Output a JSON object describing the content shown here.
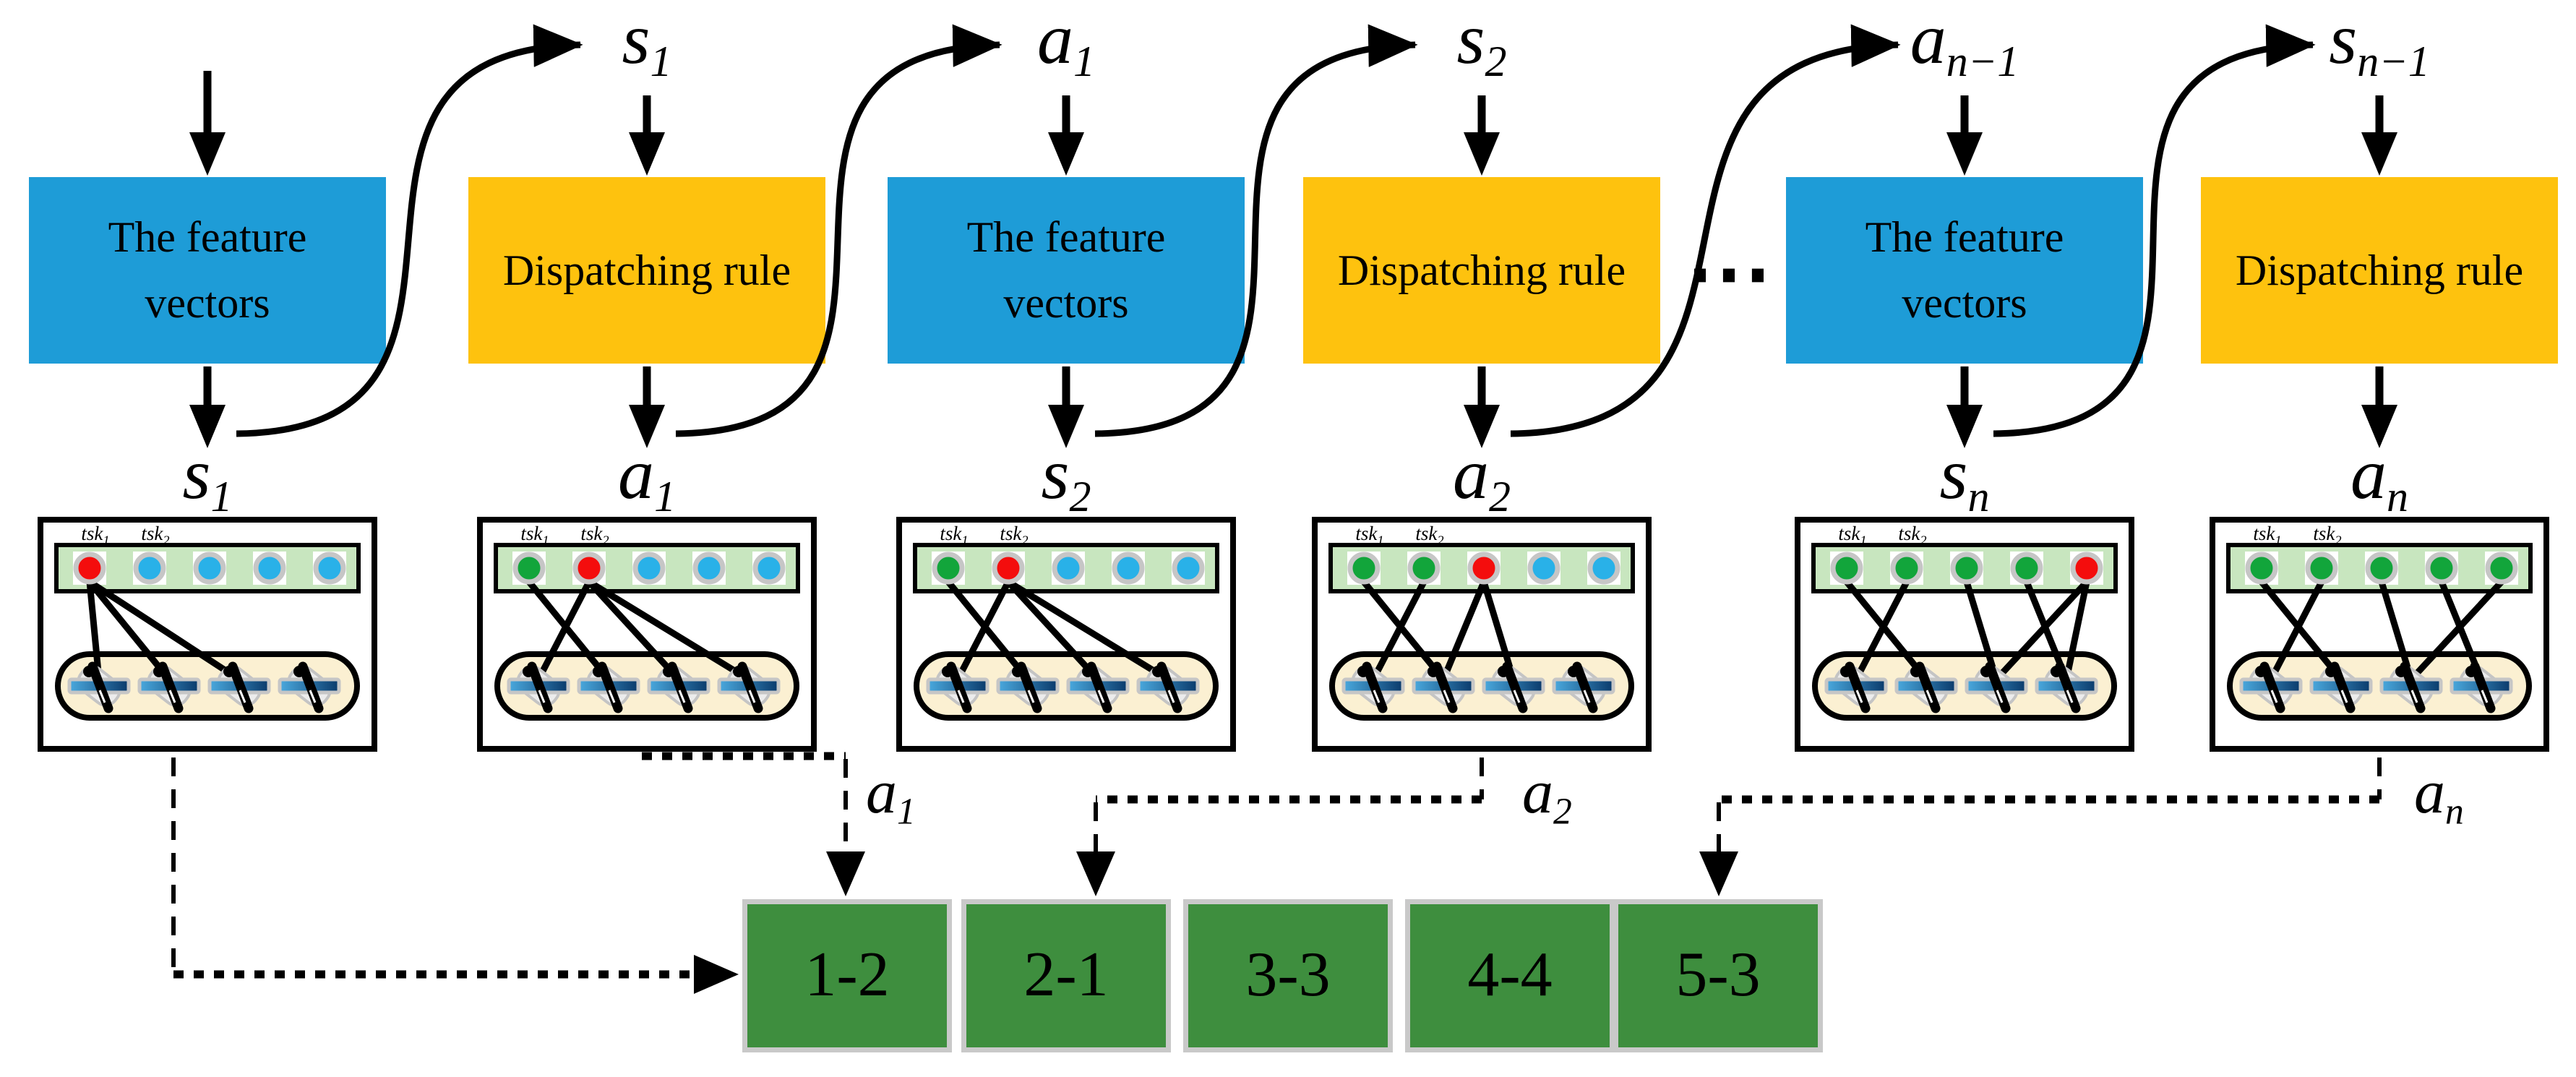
{
  "diagram": {
    "columns": [
      {
        "box": {
          "type": "feature",
          "lines": [
            "The feature",
            "vectors"
          ]
        },
        "top_label": null,
        "output_label": {
          "main": "s",
          "sub": "1"
        }
      },
      {
        "box": {
          "type": "rule",
          "lines": [
            "Dispatching rule"
          ]
        },
        "top_label": {
          "main": "s",
          "sub": "1"
        },
        "output_label": {
          "main": "a",
          "sub": "1"
        }
      },
      {
        "box": {
          "type": "feature",
          "lines": [
            "The feature",
            "vectors"
          ]
        },
        "top_label": {
          "main": "a",
          "sub": "1"
        },
        "output_label": {
          "main": "s",
          "sub": "2"
        }
      },
      {
        "box": {
          "type": "rule",
          "lines": [
            "Dispatching rule"
          ]
        },
        "top_label": {
          "main": "s",
          "sub": "2"
        },
        "output_label": {
          "main": "a",
          "sub": "2"
        }
      },
      {
        "box": {
          "type": "feature",
          "lines": [
            "The feature",
            "vectors"
          ]
        },
        "top_label": {
          "main": "a",
          "sub": "n−1"
        },
        "output_label": {
          "main": "s",
          "sub": "n"
        }
      },
      {
        "box": {
          "type": "rule",
          "lines": [
            "Dispatching rule"
          ]
        },
        "top_label": {
          "main": "s",
          "sub": "n−1"
        },
        "output_label": {
          "main": "a",
          "sub": "n"
        }
      }
    ],
    "ellipsis": "⋯",
    "state_boxes": [
      {
        "tasks": [
          {
            "t": "tsk",
            "sub": "1"
          },
          {
            "t": "tsk",
            "sub": "2"
          }
        ],
        "circles": [
          "red",
          "blue",
          "blue",
          "blue",
          "blue"
        ],
        "links": [
          [
            1,
            1
          ],
          [
            1,
            2
          ],
          [
            1,
            3
          ]
        ]
      },
      {
        "tasks": [
          {
            "t": "tsk",
            "sub": "1"
          },
          {
            "t": "tsk",
            "sub": "2"
          }
        ],
        "circles": [
          "green",
          "red",
          "blue",
          "blue",
          "blue"
        ],
        "links": [
          [
            1,
            2
          ],
          [
            2,
            1
          ],
          [
            2,
            3
          ],
          [
            2,
            4
          ]
        ]
      },
      {
        "tasks": [
          {
            "t": "tsk",
            "sub": "1"
          },
          {
            "t": "tsk",
            "sub": "2"
          }
        ],
        "circles": [
          "green",
          "red",
          "blue",
          "blue",
          "blue"
        ],
        "links": [
          [
            1,
            2
          ],
          [
            2,
            1
          ],
          [
            2,
            3
          ],
          [
            2,
            4
          ]
        ]
      },
      {
        "tasks": [
          {
            "t": "tsk",
            "sub": "1"
          },
          {
            "t": "tsk",
            "sub": "2"
          }
        ],
        "circles": [
          "green",
          "green",
          "red",
          "blue",
          "blue"
        ],
        "links": [
          [
            1,
            2
          ],
          [
            2,
            1
          ],
          [
            3,
            2
          ],
          [
            3,
            3
          ]
        ]
      },
      {
        "tasks": [
          {
            "t": "tsk",
            "sub": "1"
          },
          {
            "t": "tsk",
            "sub": "2"
          }
        ],
        "circles": [
          "green",
          "green",
          "green",
          "green",
          "red"
        ],
        "links": [
          [
            1,
            2
          ],
          [
            2,
            1
          ],
          [
            3,
            3
          ],
          [
            4,
            4
          ],
          [
            5,
            3
          ],
          [
            5,
            4
          ]
        ]
      },
      {
        "tasks": [
          {
            "t": "tsk",
            "sub": "1"
          },
          {
            "t": "tsk",
            "sub": "2"
          }
        ],
        "circles": [
          "green",
          "green",
          "green",
          "green",
          "green"
        ],
        "links": [
          [
            1,
            2
          ],
          [
            2,
            1
          ],
          [
            3,
            3
          ],
          [
            4,
            4
          ],
          [
            5,
            3
          ]
        ]
      }
    ],
    "action_labels": [
      {
        "main": "a",
        "sub": "1"
      },
      {
        "main": "a",
        "sub": "2"
      },
      {
        "main": "a",
        "sub": "n"
      }
    ],
    "schedule_cells": [
      "1-2",
      "2-1",
      "3-3",
      "4-4",
      "5-3"
    ],
    "colors": {
      "feature_box": "#1e9cd7",
      "rule_box": "#fec20e",
      "schedule_fill": "#3e8e3e",
      "schedule_border": "#c9c9c9",
      "task_red": "#f40d0d",
      "task_blue": "#29b1e8",
      "task_green": "#12a53b",
      "circle_ring": "#c6c6c6",
      "queue_bar": "#c8e6bf",
      "machine_pool": "#fbf0d2",
      "connector": "#000000"
    }
  }
}
